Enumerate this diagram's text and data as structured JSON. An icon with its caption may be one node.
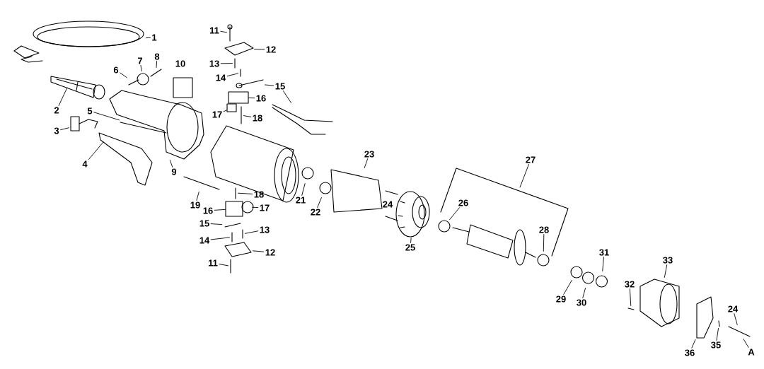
{
  "diagram": {
    "nodes": [
      {
        "text": [
          "1"
        ]
      },
      {
        "text": [
          "2"
        ]
      },
      {
        "text": [
          "3"
        ]
      },
      {
        "text": [
          "4"
        ]
      },
      {
        "text": [
          "5"
        ]
      },
      {
        "text": [
          "6"
        ]
      },
      {
        "text": [
          "7"
        ]
      },
      {
        "text": [
          "8"
        ]
      },
      {
        "text": [
          "9"
        ]
      },
      {
        "text": [
          "11"
        ]
      },
      {
        "text": [
          "12"
        ]
      },
      {
        "text": [
          "13"
        ]
      },
      {
        "text": [
          "14"
        ]
      },
      {
        "text": [
          "15"
        ]
      },
      {
        "text": [
          "16"
        ]
      },
      {
        "text": [
          "17"
        ]
      },
      {
        "text": [
          "18"
        ]
      },
      {
        "text": [
          "19"
        ]
      },
      {
        "text": [
          "18"
        ]
      },
      {
        "text": [
          "16"
        ]
      },
      {
        "text": [
          "17"
        ]
      },
      {
        "text": [
          "15"
        ]
      },
      {
        "text": [
          "13"
        ]
      },
      {
        "text": [
          "14"
        ]
      },
      {
        "text": [
          "12"
        ]
      },
      {
        "text": [
          "11"
        ]
      },
      {
        "text": [
          "21"
        ]
      },
      {
        "text": [
          "22"
        ]
      },
      {
        "text": [
          "23"
        ]
      },
      {
        "text": [
          "25"
        ]
      },
      {
        "text": [
          "26"
        ]
      },
      {
        "text": [
          "27"
        ]
      },
      {
        "text": [
          "28"
        ]
      },
      {
        "text": [
          "29"
        ]
      },
      {
        "text": [
          "30"
        ]
      },
      {
        "text": [
          "31"
        ]
      },
      {
        "text": [
          "32"
        ]
      },
      {
        "text": [
          "33"
        ]
      },
      {
        "text": [
          "24"
        ]
      },
      {
        "text": [
          "35"
        ]
      },
      {
        "text": [
          "36"
        ]
      },
      {
        "text": [
          "A"
        ]
      },
      {
        "text": [],
        "shape": "picture"
      },
      {
        "text": [],
        "shape": "picture"
      },
      {
        "text": [],
        "shape": "picture"
      },
      {
        "text": [],
        "shape": "picture"
      },
      {
        "text": [],
        "shape": "picture"
      },
      {
        "text": [],
        "shape": "picture"
      },
      {
        "text": [],
        "shape": "circle"
      },
      {
        "text": [],
        "shape": "picture"
      },
      {
        "text": [],
        "shape": "picture"
      },
      {
        "text": [],
        "shape": "picture"
      },
      {
        "text": [],
        "shape": "picture"
      },
      {
        "text": [],
        "shape": "picture"
      },
      {
        "text": [],
        "shape": "picture"
      },
      {
        "text": [],
        "shape": "picture"
      },
      {
        "text": [],
        "shape": "picture"
      },
      {
        "text": [],
        "shape": "box"
      },
      {
        "text": [],
        "shape": "box"
      },
      {
        "text": [],
        "shape": "picture"
      },
      {
        "text": [],
        "shape": "picture"
      },
      {
        "text": [],
        "shape": "picture"
      },
      {
        "text": [],
        "shape": "box"
      },
      {
        "text": [],
        "shape": "circle"
      },
      {
        "text": [],
        "shape": "picture"
      },
      {
        "text": [],
        "shape": "picture"
      },
      {
        "text": [],
        "shape": "picture"
      },
      {
        "text": [],
        "shape": "picture"
      },
      {
        "text": [],
        "shape": "picture"
      },
      {
        "text": [],
        "shape": "circle"
      },
      {
        "text": [],
        "shape": "circle"
      },
      {
        "text": [],
        "shape": "picture"
      },
      {
        "text": [],
        "shape": "picture"
      },
      {
        "text": [],
        "shape": "circle"
      },
      {
        "text": [],
        "shape": "circle"
      },
      {
        "text": [],
        "shape": "circle"
      },
      {
        "text": [],
        "shape": "circle"
      },
      {
        "text": [],
        "shape": "circle"
      },
      {
        "text": [],
        "shape": "picture"
      },
      {
        "text": [],
        "shape": "picture"
      },
      {
        "text": [],
        "shape": "picture"
      },
      {
        "text": [],
        "shape": "picture"
      },
      {
        "text": [],
        "shape": "picture"
      }
    ],
    "edges": [
      {
        "from": 0,
        "to": 42,
        "arrow": "none"
      },
      {
        "from": 1,
        "to": 43,
        "arrow": "none"
      },
      {
        "from": 2,
        "to": 44,
        "arrow": "none"
      },
      {
        "from": 3,
        "to": 45,
        "arrow": "none"
      },
      {
        "from": 4,
        "to": 46,
        "arrow": "none"
      },
      {
        "from": 5,
        "to": 47,
        "arrow": "none"
      },
      {
        "from": 6,
        "to": 48,
        "arrow": "none"
      },
      {
        "from": 7,
        "to": 49,
        "arrow": "none"
      },
      {
        "from": 8,
        "to": 50,
        "arrow": "none"
      },
      {
        "from": 9,
        "to": 51,
        "arrow": "none"
      },
      {
        "from": 10,
        "to": 52,
        "arrow": "none"
      },
      {
        "from": 11,
        "to": 53,
        "arrow": "none"
      },
      {
        "from": 12,
        "to": 54,
        "arrow": "none"
      },
      {
        "from": 13,
        "to": 55,
        "arrow": "none"
      },
      {
        "from": 13,
        "to": 56,
        "arrow": "none"
      },
      {
        "from": 14,
        "to": 57,
        "arrow": "none"
      },
      {
        "from": 15,
        "to": 58,
        "arrow": "none"
      },
      {
        "from": 16,
        "to": 59,
        "arrow": "none"
      },
      {
        "from": 17,
        "to": 60,
        "arrow": "none"
      },
      {
        "from": 18,
        "to": 61,
        "arrow": "none"
      },
      {
        "from": 19,
        "to": 62,
        "arrow": "none"
      },
      {
        "from": 20,
        "to": 63,
        "arrow": "none"
      },
      {
        "from": 21,
        "to": 64,
        "arrow": "none"
      },
      {
        "from": 22,
        "to": 65,
        "arrow": "none"
      },
      {
        "from": 23,
        "to": 66,
        "arrow": "none"
      },
      {
        "from": 24,
        "to": 67,
        "arrow": "none"
      },
      {
        "from": 25,
        "to": 68,
        "arrow": "none"
      },
      {
        "from": 26,
        "to": 69,
        "arrow": "none"
      },
      {
        "from": 27,
        "to": 70,
        "arrow": "none"
      },
      {
        "from": 28,
        "to": 71,
        "arrow": "none"
      },
      {
        "from": 29,
        "to": 72,
        "arrow": "none"
      },
      {
        "from": 30,
        "to": 73,
        "arrow": "none"
      },
      {
        "from": 31,
        "to": null,
        "arrow": "none"
      },
      {
        "from": 32,
        "to": 74,
        "arrow": "none"
      },
      {
        "from": 33,
        "to": 75,
        "arrow": "none"
      },
      {
        "from": 34,
        "to": 76,
        "arrow": "none"
      },
      {
        "from": 35,
        "to": 77,
        "arrow": "none"
      },
      {
        "from": 36,
        "to": 78,
        "arrow": "none"
      },
      {
        "from": 37,
        "to": 79,
        "arrow": "none"
      },
      {
        "from": 38,
        "to": 80,
        "arrow": "none"
      },
      {
        "from": 39,
        "to": 81,
        "arrow": "none"
      },
      {
        "from": 40,
        "to": 82,
        "arrow": "none"
      },
      {
        "from": 41,
        "to": 80,
        "arrow": "none"
      }
    ],
    "labels": [
      "10",
      "24"
    ]
  }
}
